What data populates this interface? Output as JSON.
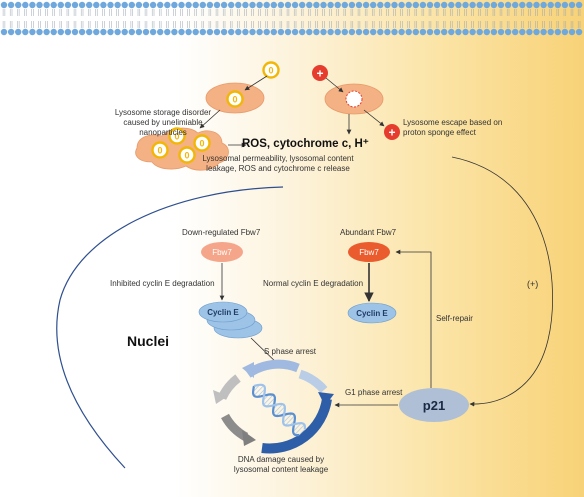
{
  "lysosome_storage_label": "Lysosome storage disorder caused by unelimiable nanoparticles",
  "ros_label": "ROS, cytochrome c, H⁺",
  "lysosome_escape_label": "Lysosome escape based on proton sponge effect",
  "permeability_label": "Lysosomal permeability, lysosomal content leakage, ROS and cytochrome c release",
  "nanoparticle_glyph": "0",
  "plus_glyph": "+",
  "downregulated_label": "Down-regulated Fbw7",
  "abundant_label": "Abundant Fbw7",
  "fbw7_label": "Fbw7",
  "inhibited_label": "Inhibited cyclin E degradation",
  "normal_label": "Normal cyclin E degradation",
  "cyclin_e_label": "Cyclin E",
  "nuclei_label": "Nuclei",
  "s_phase_label": "S phase  arrest",
  "g1_phase_label": "G1 phase  arrest",
  "self_repair_label": "Self-repair",
  "positive_label": "(+)",
  "p21_label": "p21",
  "dna_damage_label": "DNA damage caused by lysosomal content leakage",
  "colors": {
    "membrane_head": "#6fa8dc",
    "nanoparticle": "#f2b705",
    "lysosome": "#f4b183",
    "proton": "#e63c2d",
    "fbw7_low": "#f4a58a",
    "fbw7_high": "#ea5b2d",
    "cyclin": "#9dc3e6",
    "p21": "#aebfd6",
    "nucleus_border": "#2e4f8f"
  }
}
